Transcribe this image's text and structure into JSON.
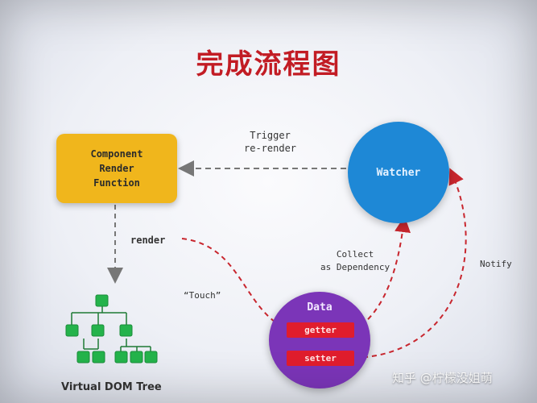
{
  "title": "完成流程图",
  "nodes": {
    "component": "Component\nRender\nFunction",
    "watcher": "Watcher",
    "data": {
      "label": "Data",
      "getter": "getter",
      "setter": "setter"
    },
    "vdom": "Virtual DOM Tree"
  },
  "edges": {
    "trigger": "Trigger\nre-render",
    "render": "render",
    "touch": "“Touch”",
    "collect": "Collect\nas Dependency",
    "notify": "Notify"
  },
  "watermark": "知乎 @柠檬没姐萌",
  "colors": {
    "title": "#c21c24",
    "component": "#f0b61c",
    "watcher": "#1e88d6",
    "data": "#7b35b8",
    "pill": "#e01d2d",
    "tree": "#24b34b",
    "arrow_red": "#c8262e",
    "arrow_gray": "#777777"
  }
}
